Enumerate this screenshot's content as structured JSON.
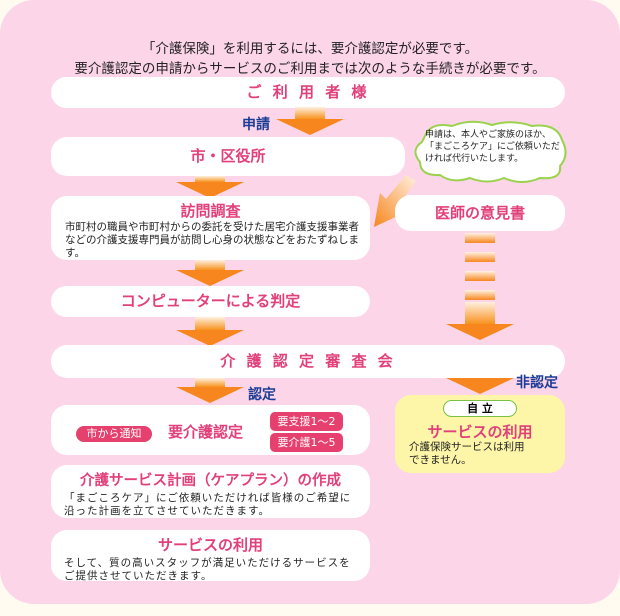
{
  "intro": {
    "line1": "「介護保険」を利用するには、要介護認定が必要です。",
    "line2": "要介護認定の申請からサービスのご利用までは次のような手続きが必要です。"
  },
  "steps": {
    "user": "ご 利 用 者 様",
    "apply_label": "申請",
    "office": "市・区役所",
    "cloud_note": "申請は、本人やご家族のほか、「まごころケア」にご依頼いただければ代行いたします。",
    "visit_title": "訪問調査",
    "visit_desc": "市町村の職員や市町村からの委託を受けた居宅介護支援事業者などの介護支援専門員が訪問し心身の状態などをおたずねします。",
    "doctor": "医師の意見書",
    "computer": "コンピューターによる判定",
    "committee": "介 護 認 定 審 査 会",
    "approved_label": "認定",
    "rejected_label": "非認定",
    "notice_pill": "市から通知",
    "certification": "要介護認定",
    "support_badge": "要支援1～2",
    "care_badge": "要介護1～5",
    "careplan_title": "介護サービス計画（ケアプラン）の作成",
    "careplan_desc": "「まごころケア」にご依頼いただければ皆様のご希望に沿った計画を立てさせていただきます。",
    "service_title": "サービスの利用",
    "service_desc": "そして、質の高いスタッフが満足いただけるサービスをご提供させていただきます。",
    "independent_pill": "自 立",
    "independent_title": "サービスの利用",
    "independent_desc": "介護保険サービスは利用できません。"
  },
  "colors": {
    "background": "#fdd5e9",
    "accent": "#e2407a",
    "arrow": "#f7861e",
    "label": "#1b3c96",
    "yellow": "#fdf6a8"
  }
}
